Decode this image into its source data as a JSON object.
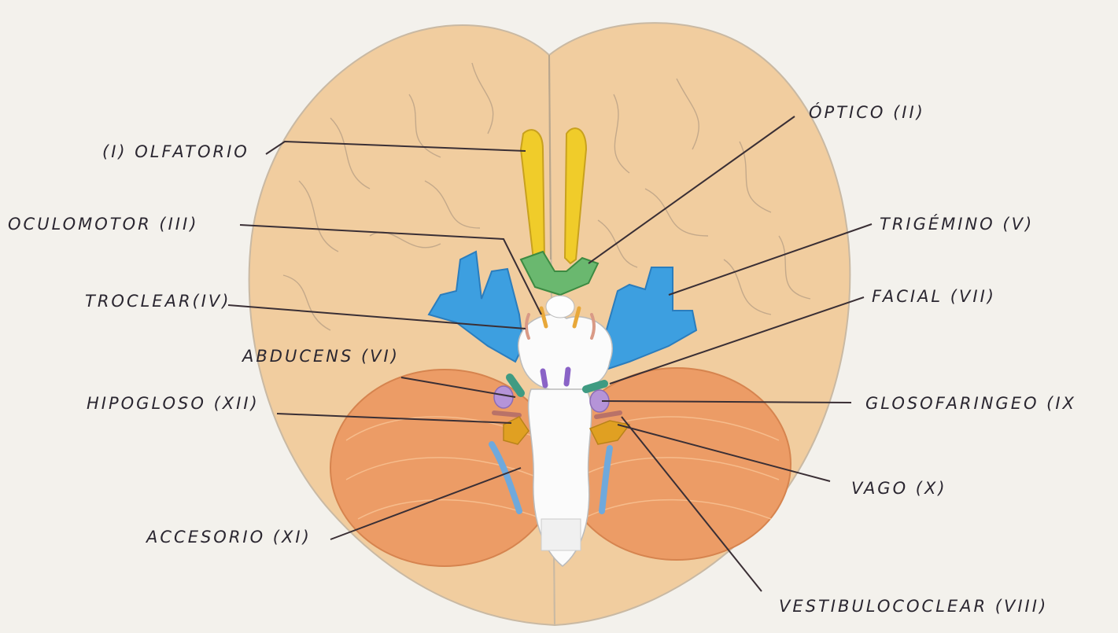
{
  "labels": {
    "olfatorio": "(I) OLFATORIO",
    "optico": "ÓPTICO (II)",
    "oculomotor": "OCULOMOTOR (III)",
    "troclear": "TROCLEAR(IV)",
    "trigemino": "TRIGÉMINO (V)",
    "abducens": "ABDUCENS (VI)",
    "facial": "FACIAL (VII)",
    "vestibulococlear": "VESTIBULOCOCLEAR (VIII)",
    "glosofaringeo": "GLOSOFARINGEO (IX",
    "vago": "VAGO (X)",
    "accesorio": "ACCESORIO (XI)",
    "hipogloso": "HIPOGLOSO (XII)"
  },
  "colors": {
    "paper": "#f3f1ec",
    "cerebrum": "#f1cd9f",
    "cerebellum": "#ec9c66",
    "brainstem": "#fbfbfb",
    "olfactory": "#f0cc2a",
    "optic": "#6ab86f",
    "trigeminal": "#3d9fe0",
    "oculomotor": "#e8a83a",
    "trochlear": "#d99a86",
    "abducens": "#3f9b82",
    "facial": "#8a63c7",
    "glossopharyngeal": "#b594d8",
    "vagus": "#e0a022",
    "accessory": "#6fa9dc",
    "hypoglossal": "#b97268",
    "leader": "#3a2f35"
  }
}
